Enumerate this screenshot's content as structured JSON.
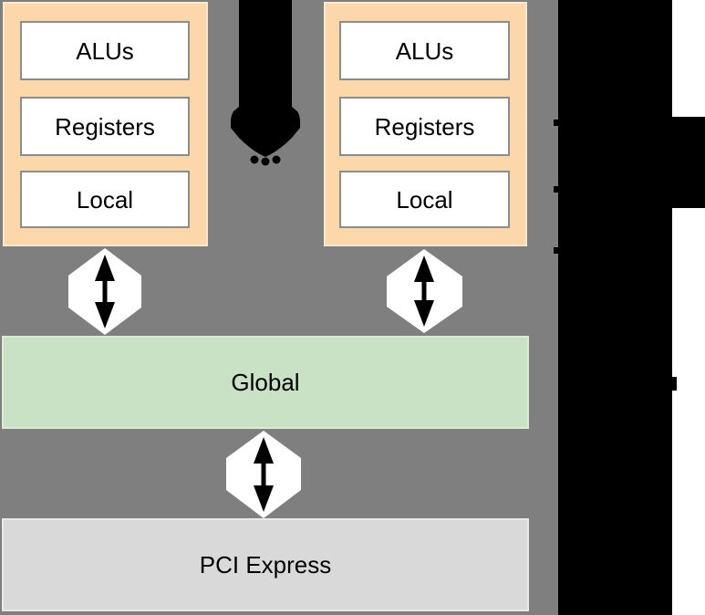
{
  "diagram": {
    "compute_unit_left": {
      "cells": [
        "ALUs",
        "Registers",
        "Local"
      ]
    },
    "compute_unit_right": {
      "cells": [
        "ALUs",
        "Registers",
        "Local"
      ]
    },
    "global_box": {
      "label": "Global"
    },
    "pci_box": {
      "label": "PCI Express"
    },
    "icons": {
      "crop_arrow": "large-black-down-arrow",
      "ellipsis": "…",
      "connector": "white-hexagon-with-bidirectional-arrow"
    },
    "colors": {
      "background_gray": "#7f7f7f",
      "compute_unit_orange": "#fbd7aa",
      "cell_white": "#ffffff",
      "cell_border_gray": "#8c8c8c",
      "global_green": "#c9e1c5",
      "pci_gray": "#d9d9d9",
      "black": "#000000"
    }
  }
}
